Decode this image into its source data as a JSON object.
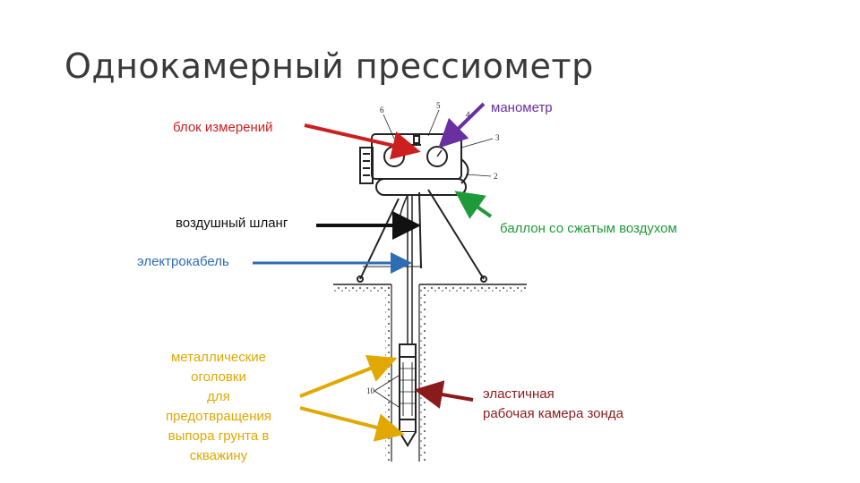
{
  "title": "Однокамерный прессиометр",
  "labels": {
    "measurement_block": "блок измерений",
    "air_hose": "воздушный шланг",
    "electric_cable": "электрокабель",
    "metal_caps": [
      "металлические",
      "оголовки",
      "для",
      "предотвращения",
      "выпора грунта в",
      "скважину"
    ],
    "manometer": "манометр",
    "compressed_air_balloon": "баллон со сжатым воздухом",
    "elastic_chamber": [
      "эластичная",
      "рабочая камера зонда"
    ]
  },
  "drawing_numbers": [
    "6",
    "5",
    "4",
    "3",
    "2",
    "10"
  ],
  "colors": {
    "measurement_block": "#cc1f1f",
    "air_hose": "#111111",
    "electric_cable": "#2c6db3",
    "metal_caps": "#e0a800",
    "manometer": "#6a2fa0",
    "compressed_air_balloon": "#1f9a3a",
    "elastic_chamber": "#8b1a1a"
  }
}
